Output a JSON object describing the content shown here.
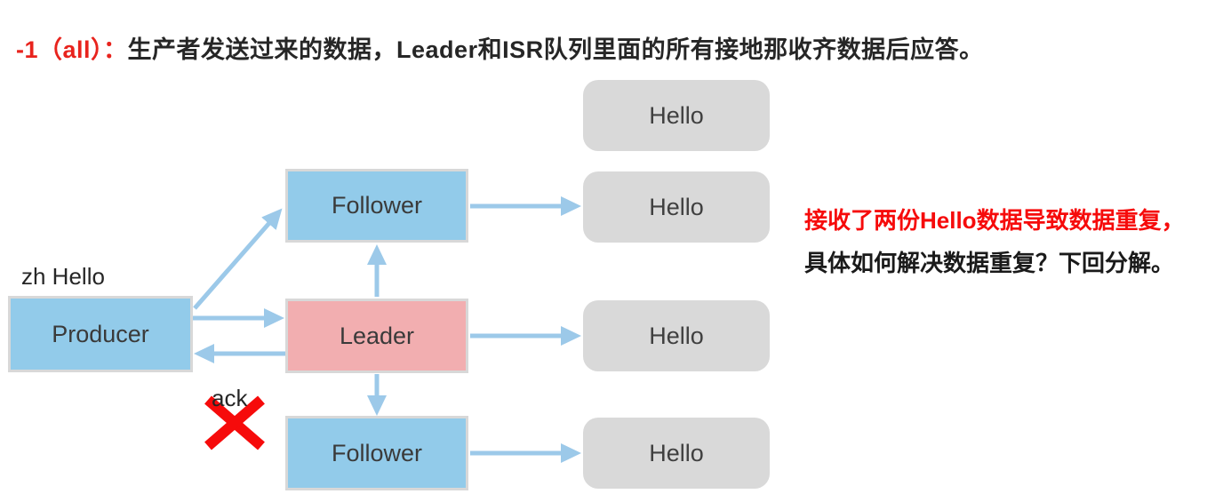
{
  "title": {
    "prefix": "-1（all）：",
    "body": "生产者发送过来的数据，Leader和ISR队列里面的所有接地那收齐数据后应答。"
  },
  "labels": {
    "zh_hello": "zh Hello",
    "ack": "ack"
  },
  "nodes": {
    "producer": "Producer",
    "follower_top": "Follower",
    "leader": "Leader",
    "follower_bottom": "Follower",
    "hello": [
      "Hello",
      "Hello",
      "Hello",
      "Hello"
    ]
  },
  "note": {
    "line1": "接收了两份Hello数据导致数据重复，",
    "line2": "具体如何解决数据重复？下回分解。"
  },
  "colors": {
    "node_blue": "#92cbea",
    "node_pink": "#f2aeb0",
    "node_gray": "#d9d9d9",
    "box_border": "#d8d8d8",
    "arrow_blue": "#9cc9e9",
    "x_red": "#f60b0b",
    "title_red": "#e8231d",
    "note_red": "#f60b0b"
  }
}
